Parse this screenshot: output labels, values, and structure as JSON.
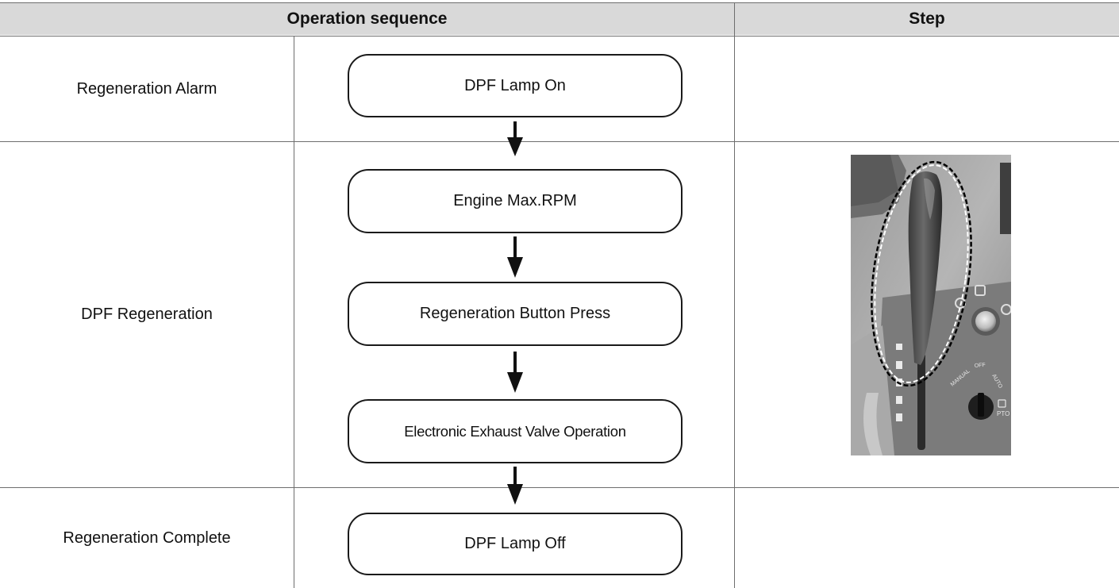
{
  "table": {
    "header": {
      "operation_sequence": "Operation sequence",
      "step": "Step"
    },
    "stages": {
      "alarm": "Regeneration Alarm",
      "regeneration": "DPF Regeneration",
      "complete": "Regeneration Complete"
    },
    "flow": {
      "lamp_on": "DPF Lamp On",
      "engine_max": "Engine Max.RPM",
      "button_press": "Regeneration Button Press",
      "valve_operation": "Electronic Exhaust Valve Operation",
      "lamp_off": "DPF Lamp Off"
    },
    "photo_labels": {
      "manual": "MANUAL",
      "off": "OFF",
      "auto": "AUTO",
      "pto": "PTO"
    }
  },
  "colors": {
    "header_bg": "#d9d9d9",
    "grid_line": "#6e6e6e",
    "box_border": "#1a1a1a",
    "arrow": "#111111"
  }
}
